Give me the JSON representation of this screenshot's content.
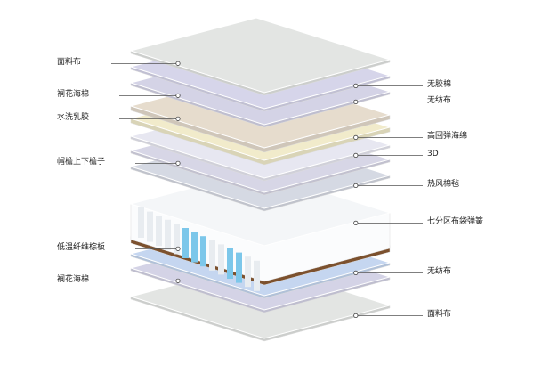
{
  "left_labels": [
    {
      "text": "面料布",
      "layer": 0
    },
    {
      "text": "裥花海棉",
      "layer": 2
    },
    {
      "text": "水洗乳胶",
      "layer": 3
    },
    {
      "text": "帽檐上下檐子",
      "layer": 6
    },
    {
      "text": "低温纤维棕板",
      "layer": 9
    },
    {
      "text": "裥花海棉",
      "layer": 11
    }
  ],
  "right_labels": [
    {
      "text": "无胶棉",
      "layer": 1
    },
    {
      "text": "无纺布",
      "layer": 2
    },
    {
      "text": "高回弹海绵",
      "layer": 4
    },
    {
      "text": "3D",
      "layer": 5
    },
    {
      "text": "热风棉毡",
      "layer": 7
    },
    {
      "text": "七分区布袋弹簧",
      "layer": 8
    },
    {
      "text": "无纺布",
      "layer": 10
    },
    {
      "text": "面料布",
      "layer": 12
    }
  ],
  "layers": [
    {
      "name": "top-fabric",
      "color": "#e3e5e3"
    },
    {
      "name": "glue-free-cotton",
      "color": "#d6d5ea"
    },
    {
      "name": "quilted-foam",
      "color": "#d4d3e6"
    },
    {
      "name": "washed-latex",
      "color": "#e6dccd"
    },
    {
      "name": "high-resilience-foam",
      "color": "#f1ebcb"
    },
    {
      "name": "3d-layer",
      "color": "#e7e7f1"
    },
    {
      "name": "brim-layer",
      "color": "#d7d6e6"
    },
    {
      "name": "hot-air-felt",
      "color": "#d5d9e3"
    },
    {
      "name": "pocket-springs",
      "color": "#f4f6f8"
    },
    {
      "name": "coir-board",
      "color": "#8a5a33"
    },
    {
      "name": "non-woven",
      "color": "#c5d6f0"
    },
    {
      "name": "quilted-foam-bottom",
      "color": "#d4d3e6"
    },
    {
      "name": "bottom-fabric",
      "color": "#e3e5e3"
    }
  ]
}
